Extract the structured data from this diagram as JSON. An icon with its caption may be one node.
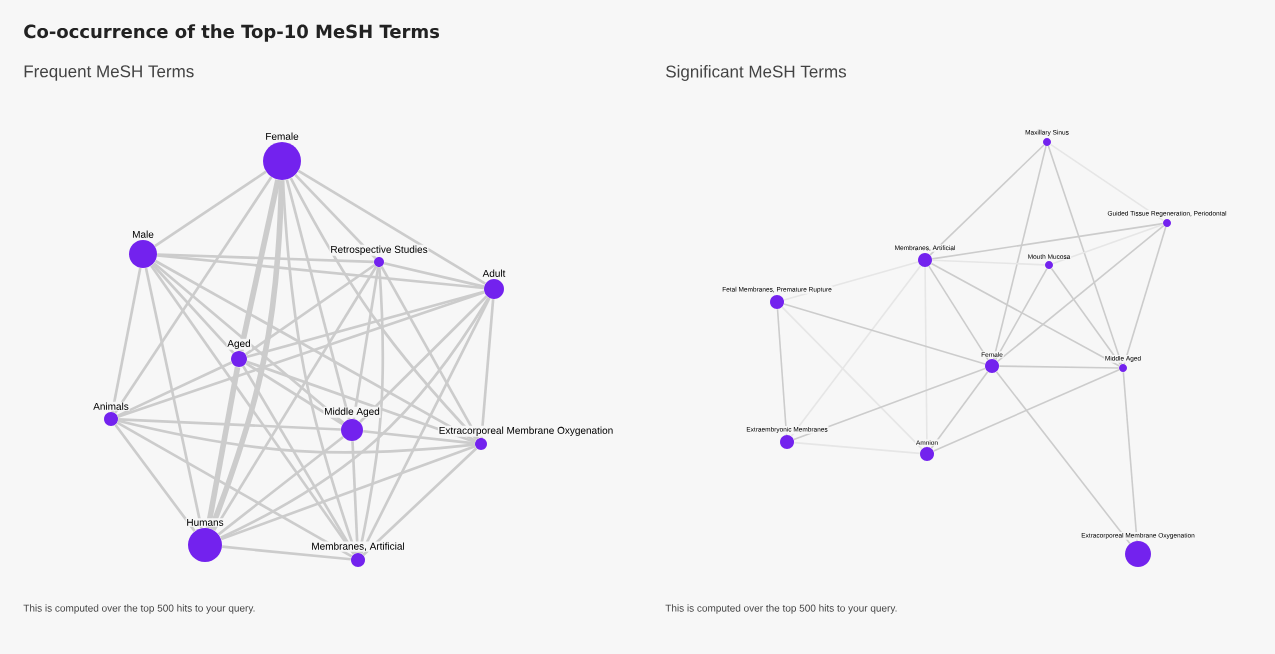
{
  "diagram": {
    "title": "Co-occurrence of the Top-10 MeSH Terms",
    "nodes": [
      {
        "text": [
          "Female"
        ]
      },
      {
        "text": [
          "Male"
        ]
      },
      {
        "text": [
          "Retrospective Studies"
        ]
      },
      {
        "text": [
          "Adult"
        ]
      },
      {
        "text": [
          "Aged"
        ]
      },
      {
        "text": [
          "Animals"
        ]
      },
      {
        "text": [
          "Middle Aged"
        ]
      },
      {
        "text": [
          "Extracorporeal Membrane Oxygenation"
        ]
      },
      {
        "text": [
          "Humans"
        ]
      },
      {
        "text": [
          "Membranes, Artificial"
        ]
      },
      {
        "text": [
          "Maxillary Sinus"
        ]
      },
      {
        "text": [
          "Guided Tissue Regeneration, Periodontal"
        ]
      },
      {
        "text": [
          "Membranes, Artificial"
        ]
      },
      {
        "text": [
          "Mouth Mucosa"
        ]
      },
      {
        "text": [
          "Fetal Membranes, Premature Rupture"
        ]
      },
      {
        "text": [
          "Female"
        ]
      },
      {
        "text": [
          "Middle Aged"
        ]
      },
      {
        "text": [
          "Extraembryonic Membranes"
        ]
      },
      {
        "text": [
          "Amnion"
        ]
      },
      {
        "text": [
          "Extracorporeal Membrane Oxygenation"
        ]
      }
    ],
    "edges": [
      {
        "from": 0,
        "to": 1,
        "arrow": "none"
      },
      {
        "from": 0,
        "to": 2,
        "arrow": "none"
      },
      {
        "from": 0,
        "to": 3,
        "arrow": "none"
      },
      {
        "from": 0,
        "to": 4,
        "arrow": "none",
        "style": "thick"
      },
      {
        "from": 0,
        "to": 5,
        "arrow": "none"
      },
      {
        "from": 0,
        "to": 6,
        "arrow": "none"
      },
      {
        "from": 0,
        "to": 7,
        "arrow": "none"
      },
      {
        "from": 0,
        "to": 8,
        "arrow": "none",
        "style": "thick"
      },
      {
        "from": 0,
        "to": 9,
        "arrow": "none"
      },
      {
        "from": 1,
        "to": 2,
        "arrow": "none"
      },
      {
        "from": 1,
        "to": 3,
        "arrow": "none"
      },
      {
        "from": 1,
        "to": 4,
        "arrow": "none"
      },
      {
        "from": 1,
        "to": 5,
        "arrow": "none"
      },
      {
        "from": 1,
        "to": 6,
        "arrow": "none"
      },
      {
        "from": 1,
        "to": 7,
        "arrow": "none"
      },
      {
        "from": 1,
        "to": 8,
        "arrow": "none"
      },
      {
        "from": 1,
        "to": 9,
        "arrow": "none"
      },
      {
        "from": 2,
        "to": 3,
        "arrow": "none"
      },
      {
        "from": 2,
        "to": 4,
        "arrow": "none"
      },
      {
        "from": 2,
        "to": 6,
        "arrow": "none"
      },
      {
        "from": 2,
        "to": 7,
        "arrow": "none"
      },
      {
        "from": 2,
        "to": 8,
        "arrow": "none"
      },
      {
        "from": 2,
        "to": 9,
        "arrow": "none"
      },
      {
        "from": 3,
        "to": 4,
        "arrow": "none"
      },
      {
        "from": 3,
        "to": 5,
        "arrow": "none"
      },
      {
        "from": 3,
        "to": 6,
        "arrow": "none"
      },
      {
        "from": 3,
        "to": 7,
        "arrow": "none"
      },
      {
        "from": 3,
        "to": 8,
        "arrow": "none"
      },
      {
        "from": 3,
        "to": 9,
        "arrow": "none"
      },
      {
        "from": 4,
        "to": 5,
        "arrow": "none"
      },
      {
        "from": 4,
        "to": 6,
        "arrow": "none"
      },
      {
        "from": 4,
        "to": 7,
        "arrow": "none"
      },
      {
        "from": 4,
        "to": 8,
        "arrow": "none",
        "style": "thick"
      },
      {
        "from": 4,
        "to": 9,
        "arrow": "none"
      },
      {
        "from": 5,
        "to": 6,
        "arrow": "none"
      },
      {
        "from": 5,
        "to": 7,
        "arrow": "none"
      },
      {
        "from": 5,
        "to": 8,
        "arrow": "none"
      },
      {
        "from": 5,
        "to": 9,
        "arrow": "none"
      },
      {
        "from": 6,
        "to": 7,
        "arrow": "none"
      },
      {
        "from": 6,
        "to": 8,
        "arrow": "none"
      },
      {
        "from": 6,
        "to": 9,
        "arrow": "none"
      },
      {
        "from": 7,
        "to": 8,
        "arrow": "none"
      },
      {
        "from": 7,
        "to": 9,
        "arrow": "none"
      },
      {
        "from": 8,
        "to": 9,
        "arrow": "none"
      },
      {
        "from": 10,
        "to": 12,
        "arrow": "none"
      },
      {
        "from": 10,
        "to": 15,
        "arrow": "none"
      },
      {
        "from": 10,
        "to": 16,
        "arrow": "none"
      },
      {
        "from": 10,
        "to": 11,
        "arrow": "none",
        "color": "#e6e6e6"
      },
      {
        "from": 11,
        "to": 12,
        "arrow": "none"
      },
      {
        "from": 11,
        "to": 13,
        "arrow": "none",
        "color": "#e6e6e6"
      },
      {
        "from": 11,
        "to": 15,
        "arrow": "none"
      },
      {
        "from": 11,
        "to": 16,
        "arrow": "none"
      },
      {
        "from": 12,
        "to": 13,
        "arrow": "none",
        "color": "#e6e6e6"
      },
      {
        "from": 12,
        "to": 14,
        "arrow": "none",
        "color": "#e6e6e6"
      },
      {
        "from": 12,
        "to": 15,
        "arrow": "none"
      },
      {
        "from": 12,
        "to": 16,
        "arrow": "none"
      },
      {
        "from": 12,
        "to": 17,
        "arrow": "none",
        "color": "#e6e6e6"
      },
      {
        "from": 12,
        "to": 18,
        "arrow": "none",
        "color": "#e6e6e6"
      },
      {
        "from": 13,
        "to": 15,
        "arrow": "none"
      },
      {
        "from": 13,
        "to": 16,
        "arrow": "none"
      },
      {
        "from": 14,
        "to": 15,
        "arrow": "none"
      },
      {
        "from": 14,
        "to": 17,
        "arrow": "none"
      },
      {
        "from": 14,
        "to": 18,
        "arrow": "none",
        "color": "#e6e6e6"
      },
      {
        "from": 15,
        "to": 16,
        "arrow": "none"
      },
      {
        "from": 15,
        "to": 17,
        "arrow": "none"
      },
      {
        "from": 15,
        "to": 18,
        "arrow": "none"
      },
      {
        "from": 15,
        "to": 19,
        "arrow": "none"
      },
      {
        "from": 16,
        "to": 18,
        "arrow": "none"
      },
      {
        "from": 16,
        "to": 19,
        "arrow": "none"
      },
      {
        "from": 17,
        "to": 18,
        "arrow": "none",
        "color": "#e6e6e6"
      }
    ],
    "labels": [
      "Frequent MeSH Terms",
      "Significant MeSH Terms",
      "This is computed over the top 500 hits to your query.",
      "This is computed over the top 500 hits to your query."
    ]
  }
}
